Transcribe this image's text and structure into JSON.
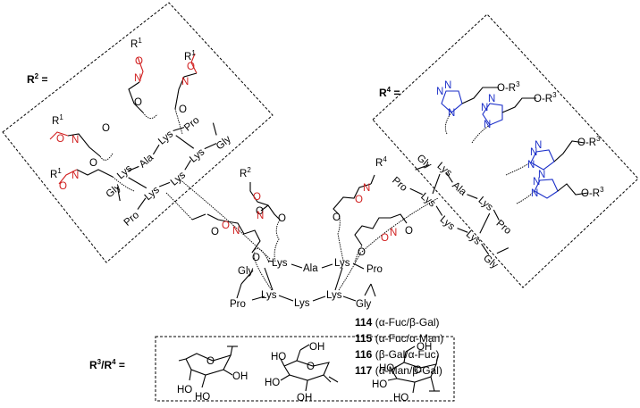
{
  "labels": {
    "r2_def": "R",
    "r2_def_sup": "2",
    "r2_def_eq": " =",
    "r4_def": "R",
    "r4_def_sup": "4",
    "r4_def_eq": " =",
    "r34_def": "R",
    "r34_def_sup1": "3",
    "r34_def_mid": "/R",
    "r34_def_sup2": "4",
    "r34_def_eq": " ="
  },
  "residues": {
    "lys": "Lys",
    "ala": "Ala",
    "gly": "Gly",
    "pro": "Pro"
  },
  "atoms": {
    "O": "O",
    "N": "N",
    "R": "R",
    "HO": "HO",
    "OH": "OH",
    "OR": "O-R"
  },
  "substituents": {
    "r1": "1",
    "r2": "2",
    "r3": "3",
    "r4": "4"
  },
  "compounds": [
    {
      "num": "114",
      "desc": " (α-Fuc/β-Gal)"
    },
    {
      "num": "115",
      "desc": " (α-Fuc/α-Man)"
    },
    {
      "num": "116",
      "desc": " (β-Gal/α-Fuc)"
    },
    {
      "num": "117",
      "desc": " (α-Man/β-Gal)"
    }
  ],
  "colors": {
    "oxime": "#d12020",
    "triazole": "#1b2fc9",
    "frame": "#000000"
  }
}
